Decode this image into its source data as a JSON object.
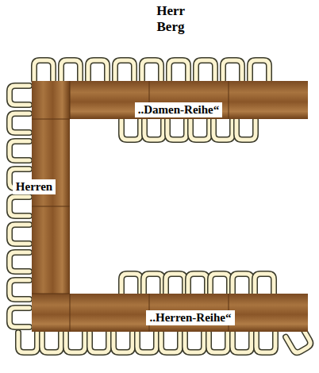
{
  "diagram": {
    "nodes": [
      {
        "text": [
          "..Damen-Reihe“"
        ]
      },
      {
        "text": [
          "Herren"
        ]
      },
      {
        "text": [
          "..Herren-Reihe“"
        ]
      }
    ],
    "labels": [
      "Herr Berg"
    ]
  }
}
